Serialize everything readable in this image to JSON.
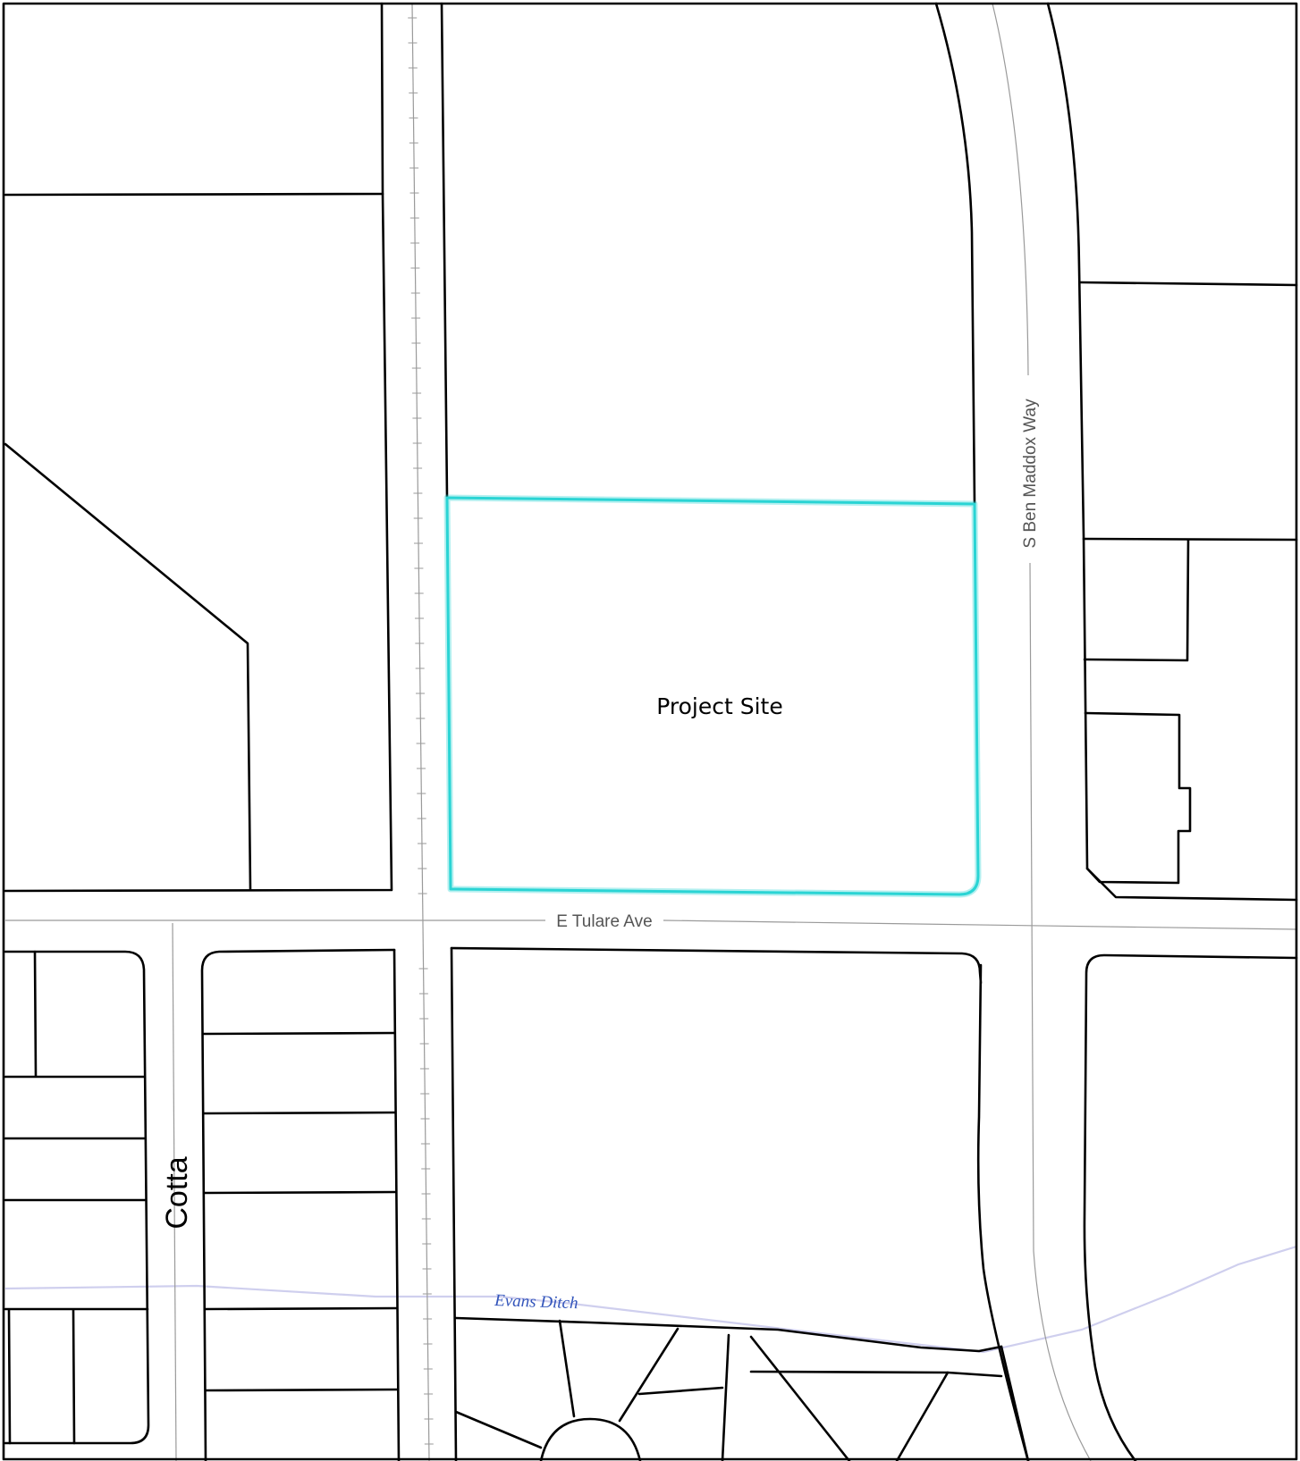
{
  "map": {
    "labels": {
      "project_site": "Project Site",
      "east_west_road": "E Tulare Ave",
      "north_south_road": "S Ben Maddox Way",
      "local_street": "Cotta",
      "waterway": "Evans Ditch"
    },
    "colors": {
      "site_outline": "#2ad4d4",
      "parcel_lines": "#000000",
      "road_centerlines": "#9a9a9a",
      "waterway_label": "#3355bb",
      "waterway_line": "#cfcfee"
    }
  }
}
